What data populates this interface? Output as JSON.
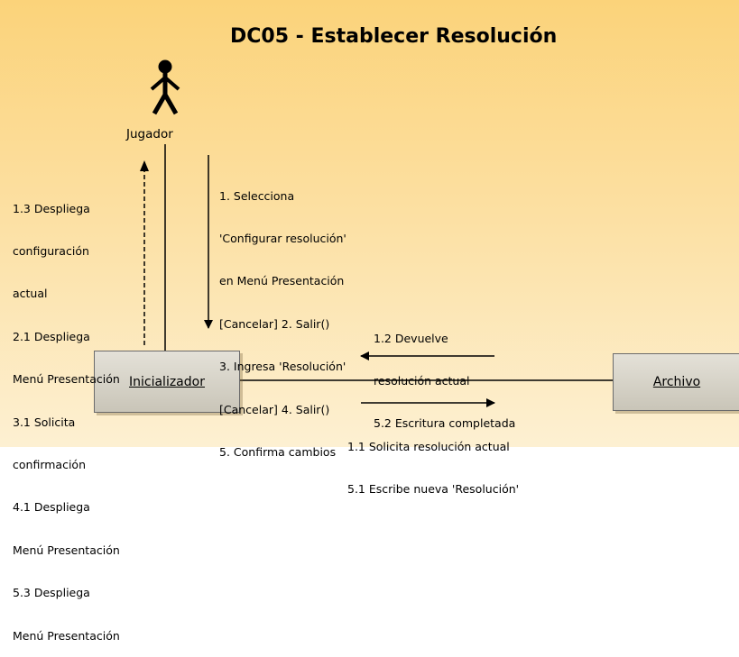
{
  "title": "DC05 - Establecer Resolución",
  "actor": {
    "name": "Jugador"
  },
  "objects": {
    "left": "Inicializador",
    "right": "Archivo"
  },
  "messages": {
    "down": [
      "1. Selecciona",
      "'Configurar resolución'",
      "en Menú Presentación",
      "[Cancelar] 2. Salir()",
      "3. Ingresa 'Resolución'",
      "[Cancelar] 4. Salir()",
      "5. Confirma cambios"
    ],
    "up": [
      "1.3 Despliega",
      "configuración",
      "actual",
      "2.1 Despliega",
      "Menú Presentación",
      "3.1 Solicita",
      "confirmación",
      "4.1 Despliega",
      "Menú Presentación",
      "5.3 Despliega",
      "Menú Presentación"
    ],
    "return": [
      "1.2 Devuelve",
      "resolución actual",
      "5.2 Escritura completada"
    ],
    "request": [
      "1.1 Solicita resolución actual",
      "5.1 Escribe nueva 'Resolución'"
    ]
  }
}
